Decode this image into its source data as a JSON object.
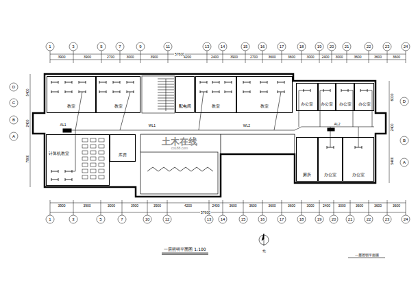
{
  "diagram": {
    "title": "一层照明平面图 1:100",
    "nodes": [
      {
        "text": [
          "教室"
        ]
      },
      {
        "text": [
          "教室"
        ]
      },
      {
        "text": [
          "配电间"
        ]
      },
      {
        "text": [
          "教室"
        ]
      },
      {
        "text": [
          "教室"
        ]
      },
      {
        "text": [
          "办公室"
        ]
      },
      {
        "text": [
          "办公室"
        ]
      },
      {
        "text": [
          "办公室"
        ]
      },
      {
        "text": [
          "办公室"
        ]
      },
      {
        "text": [
          "计算机教室"
        ]
      },
      {
        "text": [
          "库房"
        ]
      },
      {
        "text": [
          "厕所"
        ]
      },
      {
        "text": [
          "办公室"
        ]
      },
      {
        "text": [
          "办公室"
        ]
      }
    ],
    "labels": [
      "1",
      "3",
      "5",
      "7",
      "9",
      "11",
      "13",
      "14",
      "15",
      "16",
      "17",
      "18",
      "19",
      "20",
      "21",
      "22",
      "23",
      "24",
      "3900",
      "3900",
      "2700",
      "3000",
      "3900",
      "4200",
      "2400",
      "3900",
      "2700",
      "3600",
      "3600",
      "3000",
      "2400",
      "3000",
      "3600",
      "3600",
      "3600",
      "57600",
      "3900",
      "3900",
      "3000",
      "3900",
      "3900",
      "4200",
      "2400",
      "3600",
      "3600",
      "3600",
      "3600",
      "3000",
      "2400",
      "3000",
      "3600",
      "3600",
      "3600",
      "57600",
      "1",
      "3",
      "5",
      "7",
      "10",
      "12",
      "13",
      "14",
      "15",
      "16",
      "17",
      "18",
      "19",
      "20",
      "21",
      "22",
      "23",
      "24",
      "D",
      "C",
      "B",
      "A",
      "D",
      "B",
      "A",
      "5400",
      "2400",
      "7800",
      "6000",
      "2400",
      "5400",
      "AL1",
      "AL2",
      "WL1",
      "WL2",
      "北",
      "土木在线",
      "co188.com",
      "一层照明平面图"
    ]
  }
}
